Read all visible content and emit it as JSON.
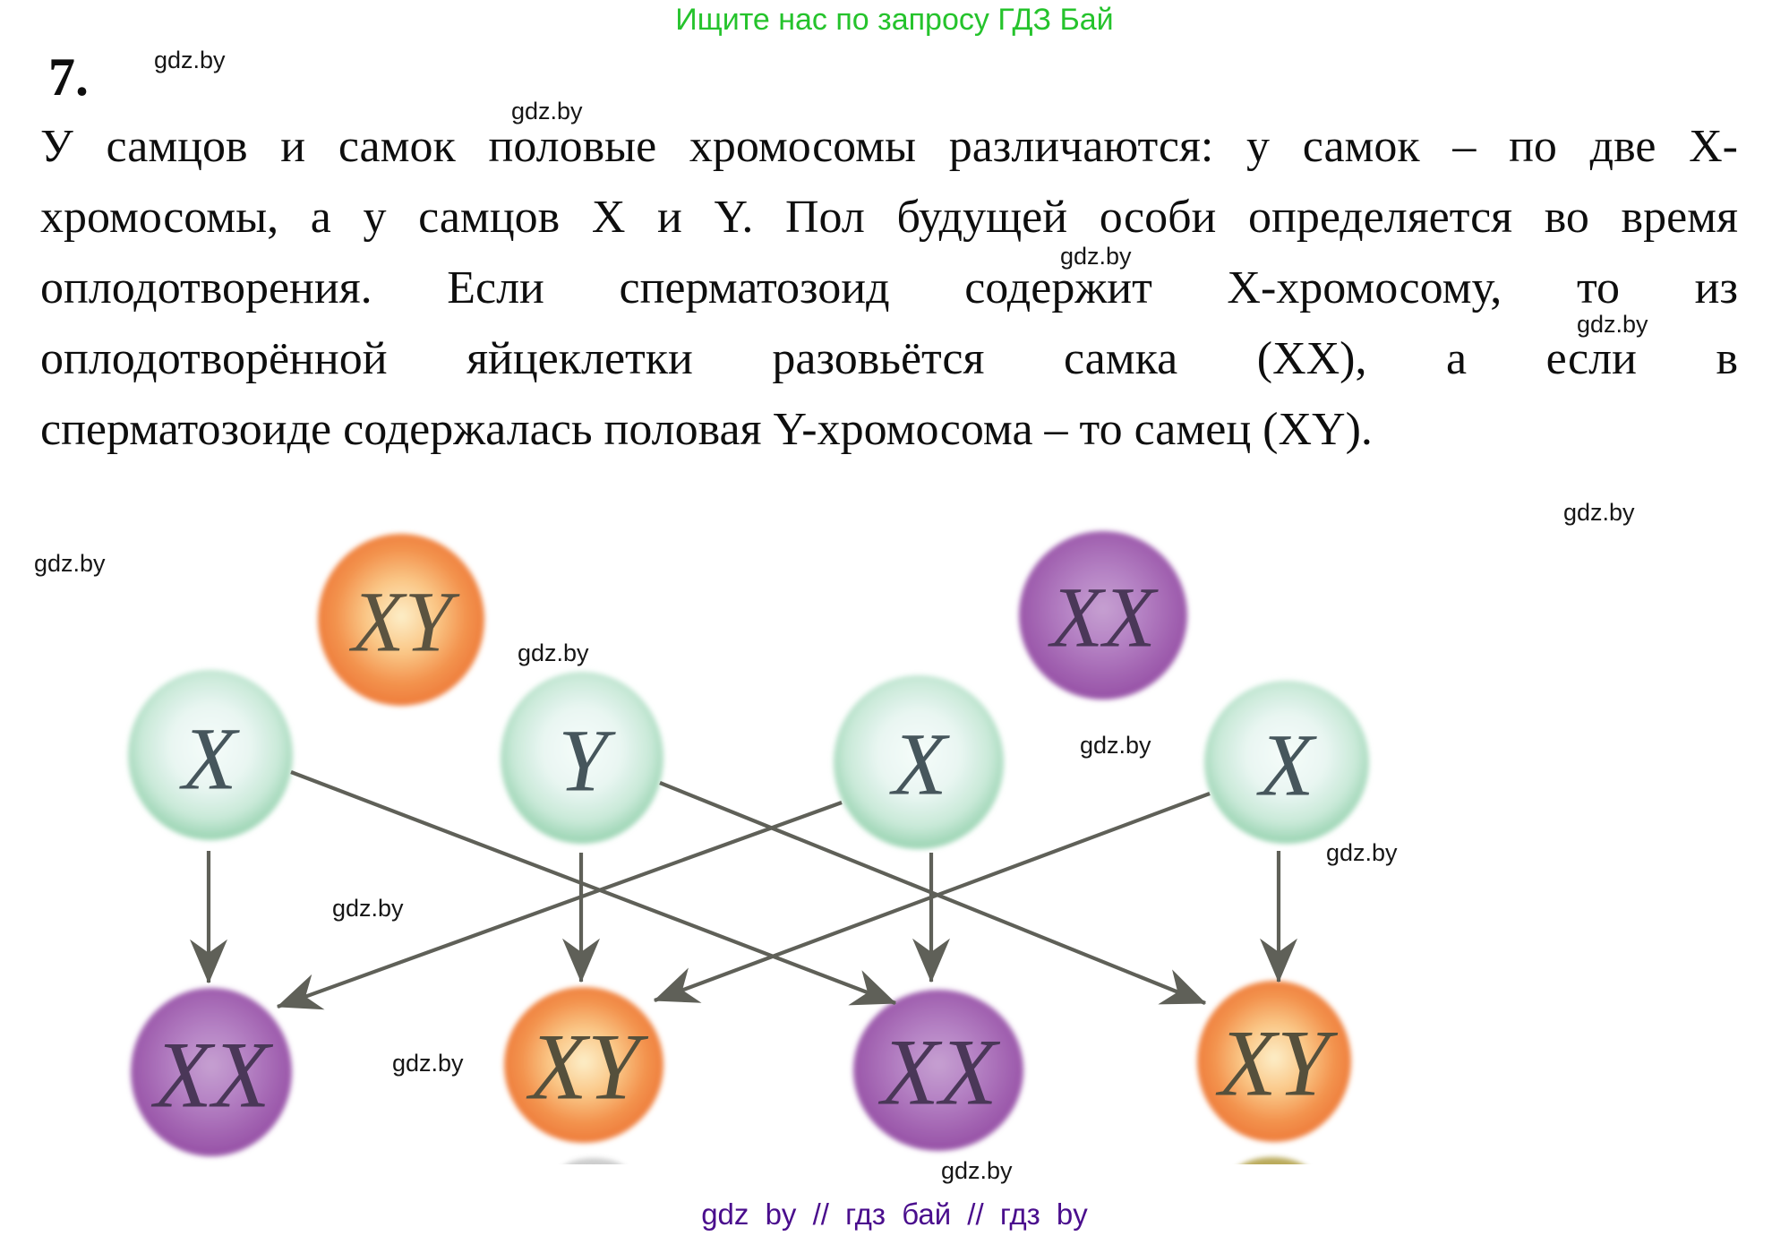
{
  "header": {
    "promo": "Ищите нас по запросу ГДЗ Бай"
  },
  "task": {
    "number": "7."
  },
  "paragraph": {
    "lines": [
      "У самцов и самок половые хромосомы различаются: у самок – по две X-",
      "хромосомы, а у самцов X и Y. Пол будущей особи определяется во время",
      "оплодотворения. Если сперматозоид содержит X-хромосому, то из",
      "оплодотворённой яйцеклетки разовьётся самка (XX), а если в",
      "сперматозоиде содержалась половая Y-хромосома – то самец (XY)."
    ]
  },
  "watermark": {
    "label": "gdz.by"
  },
  "diagram": {
    "parents": [
      {
        "label": "XY"
      },
      {
        "label": "XX"
      }
    ],
    "gametes": [
      {
        "label": "X"
      },
      {
        "label": "Y"
      },
      {
        "label": "X"
      },
      {
        "label": "X"
      }
    ],
    "offspring": [
      {
        "label": "XX"
      },
      {
        "label": "XY"
      },
      {
        "label": "XX"
      },
      {
        "label": "XY"
      }
    ]
  },
  "footer": {
    "text": "gdz by  //  гдз бай  //  гдз by"
  },
  "colors": {
    "promo-green": "#25c32c",
    "text-black": "#0e0e0e",
    "watermark-black": "#161616",
    "footer-purple": "#4a0e8d",
    "arrow-gray": "#5f6058",
    "circle-orange": "#ee7133",
    "circle-purple": "#9b55a9",
    "circle-green": "#97d2b1"
  }
}
